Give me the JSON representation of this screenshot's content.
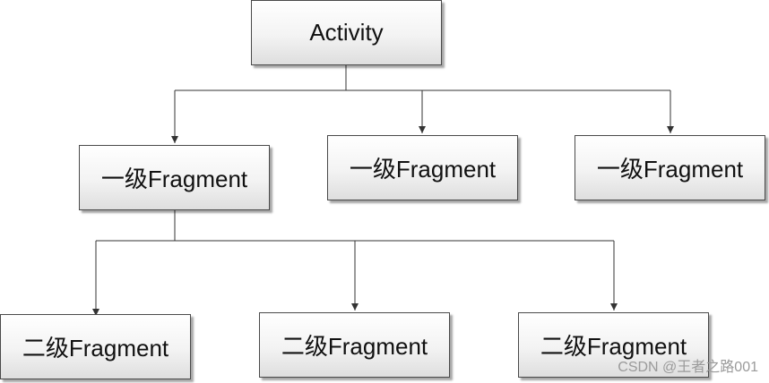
{
  "nodes": {
    "root": "Activity",
    "level1": [
      "一级Fragment",
      "一级Fragment",
      "一级Fragment"
    ],
    "level2": [
      "二级Fragment",
      "二级Fragment",
      "二级Fragment"
    ]
  },
  "watermark": "CSDN @王者之路001",
  "colors": {
    "line": "#333333",
    "border": "#4a4a4a"
  }
}
